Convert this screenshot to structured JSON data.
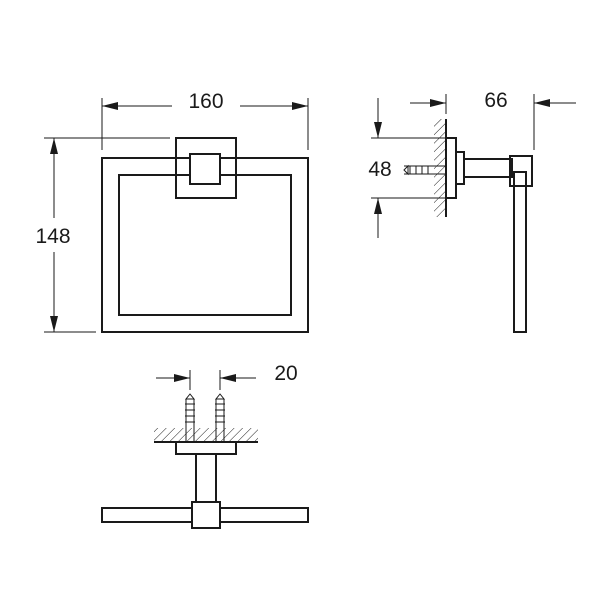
{
  "dimensions": {
    "width": "160",
    "height": "148",
    "depth": "66",
    "side_offset": "48",
    "screw_spacing": "20"
  }
}
